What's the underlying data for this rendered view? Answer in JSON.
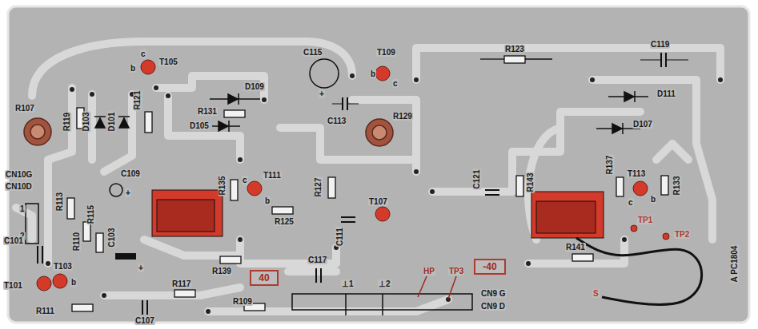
{
  "diagram": {
    "nodes": [
      {
        "text": [
          "40"
        ]
      },
      {
        "text": [
          "-40"
        ]
      }
    ],
    "labels": [
      "C119",
      "R123",
      "T109",
      "b",
      "c",
      "C115",
      "+",
      "T105",
      "c",
      "b",
      "D111",
      "D107",
      "R129",
      "C113",
      "D109",
      "R131",
      "D105",
      "R119",
      "D103",
      "D101",
      "R121",
      "R107",
      "CN10G",
      "CN10D",
      "R113",
      "C109",
      "+",
      "R135",
      "T111",
      "c",
      "b",
      "R127",
      "C121",
      "R143",
      "R137",
      "T113",
      "c",
      "b",
      "R133",
      "TP1",
      "TP2",
      "R125",
      "T107",
      "C111",
      "R115",
      "R110",
      "C103",
      "+",
      "1",
      "2",
      "C101",
      "T103",
      "T101",
      "b",
      "R111",
      "C107",
      "R117",
      "R139",
      "C117",
      "R109",
      "⊥1",
      "⊥2",
      "HP",
      "TP3",
      "CN9 G",
      "CN9 D",
      "R141",
      "S",
      "A PC1804"
    ]
  }
}
